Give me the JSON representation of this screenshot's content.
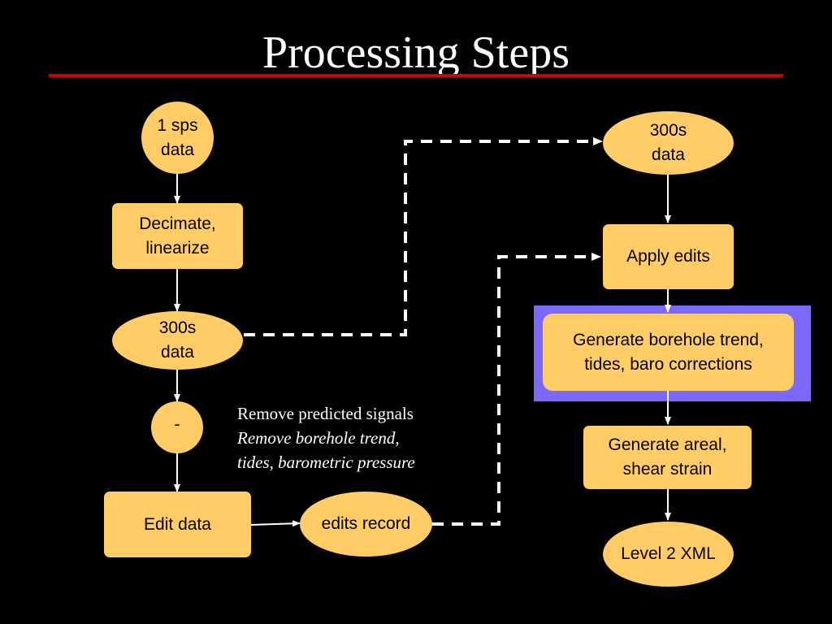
{
  "title": "Processing Steps",
  "colors": {
    "background": "#000000",
    "title_rule": "#cc0000",
    "node_fill": "#ffcc66",
    "highlight_panel": "#7b68ff",
    "connector": "#ffffff"
  },
  "nodes": {
    "sps_data": "1 sps\ndata",
    "decimate": "Decimate,\nlinearize",
    "data_300s_left": "300s\ndata",
    "subtract": "-",
    "edit_data": "Edit data",
    "edits_record": "edits record",
    "data_300s_right": "300s\ndata",
    "apply_edits": "Apply edits",
    "generate_corrections": "Generate borehole trend,\ntides, baro corrections",
    "generate_strain": "Generate areal,\nshear strain",
    "level2_xml": "Level 2 XML"
  },
  "note": {
    "line1": "Remove predicted signals",
    "line2": "Remove borehole trend,",
    "line3": "tides, barometric pressure"
  }
}
